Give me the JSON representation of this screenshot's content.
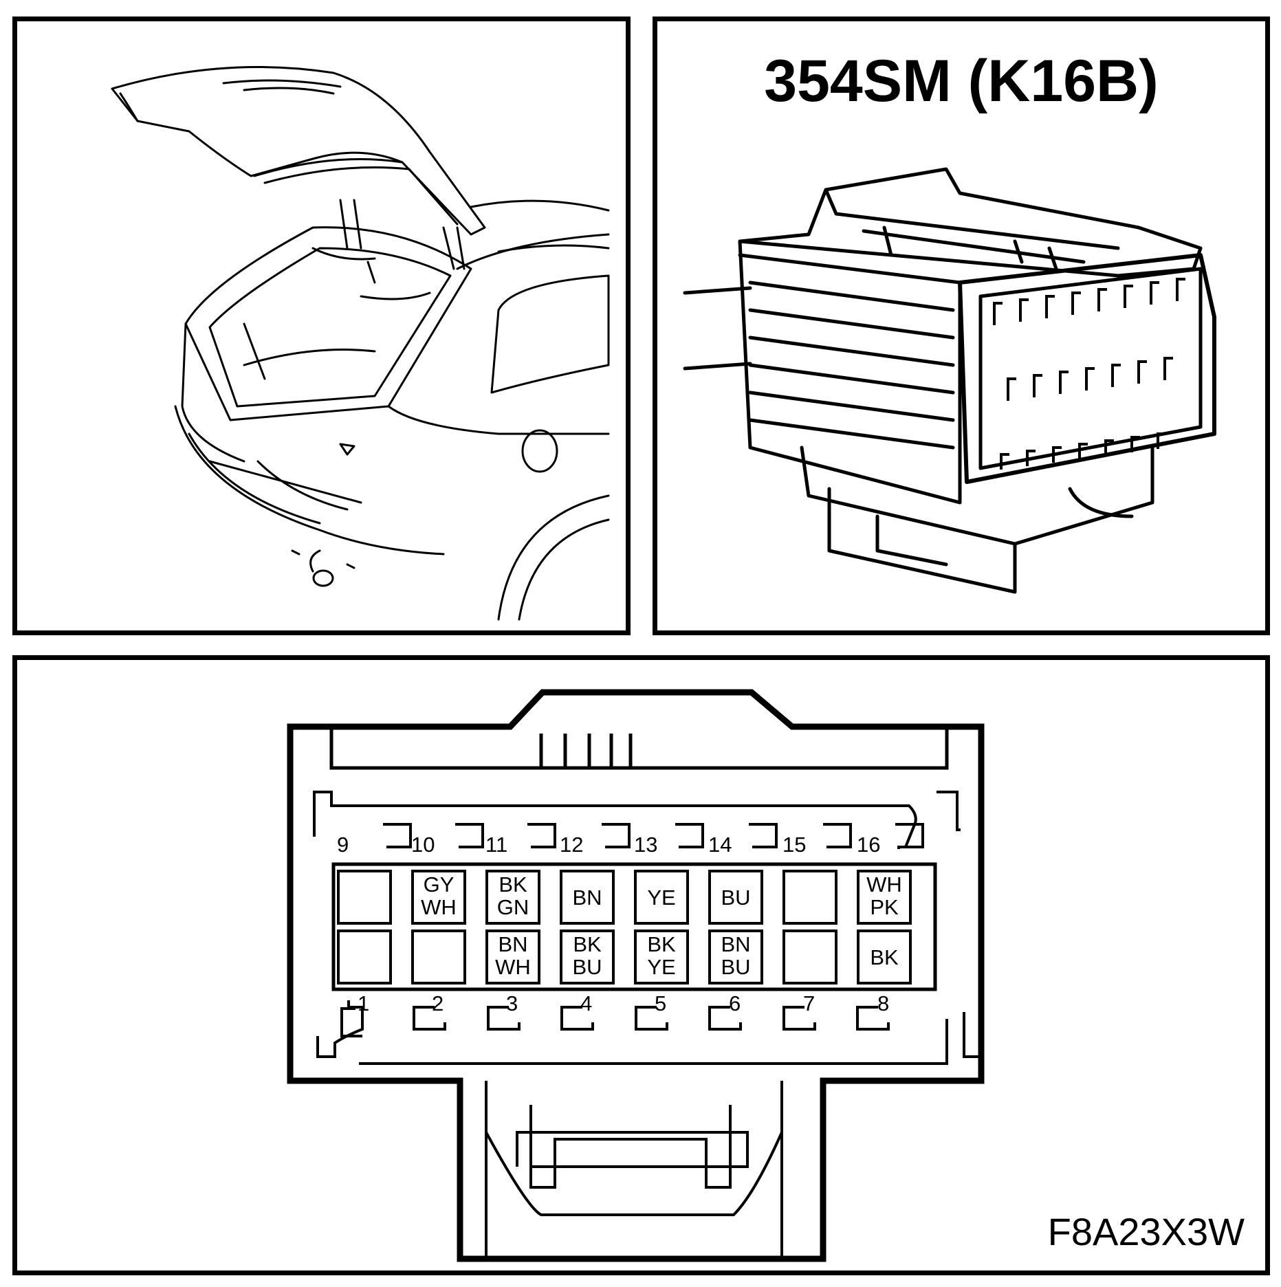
{
  "module": {
    "title": "354SM (K16B)"
  },
  "figure_id": "F8A23X3W",
  "connector": {
    "top_row": [
      {
        "pin": "9",
        "wire": []
      },
      {
        "pin": "10",
        "wire": [
          "GY",
          "WH"
        ]
      },
      {
        "pin": "11",
        "wire": [
          "BK",
          "GN"
        ]
      },
      {
        "pin": "12",
        "wire": [
          "BN"
        ]
      },
      {
        "pin": "13",
        "wire": [
          "YE"
        ]
      },
      {
        "pin": "14",
        "wire": [
          "BU"
        ]
      },
      {
        "pin": "15",
        "wire": []
      },
      {
        "pin": "16",
        "wire": [
          "WH",
          "PK"
        ]
      }
    ],
    "bottom_row": [
      {
        "pin": "1",
        "wire": []
      },
      {
        "pin": "2",
        "wire": []
      },
      {
        "pin": "3",
        "wire": [
          "BN",
          "WH"
        ]
      },
      {
        "pin": "4",
        "wire": [
          "BK",
          "BU"
        ]
      },
      {
        "pin": "5",
        "wire": [
          "BK",
          "YE"
        ]
      },
      {
        "pin": "6",
        "wire": [
          "BN",
          "BU"
        ]
      },
      {
        "pin": "7",
        "wire": []
      },
      {
        "pin": "8",
        "wire": [
          "BK"
        ]
      }
    ]
  }
}
